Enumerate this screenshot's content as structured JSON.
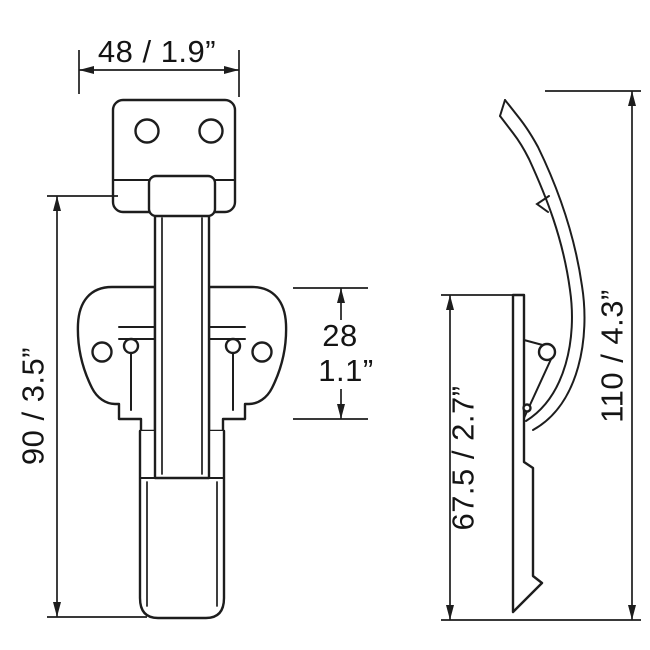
{
  "page": {
    "background_color": "#ffffff",
    "line_color": "#1d1d1d"
  },
  "dimensions": {
    "bracket_width": {
      "label": "48 / 1.9”"
    },
    "body_height": {
      "mm_label": "28",
      "inch_label": "1.1”"
    },
    "front_height": {
      "label": "90 / 3.5”"
    },
    "side_lower_height": {
      "label": "67.5 / 2.7”"
    },
    "side_total_height": {
      "label": "110 / 4.3”"
    }
  }
}
